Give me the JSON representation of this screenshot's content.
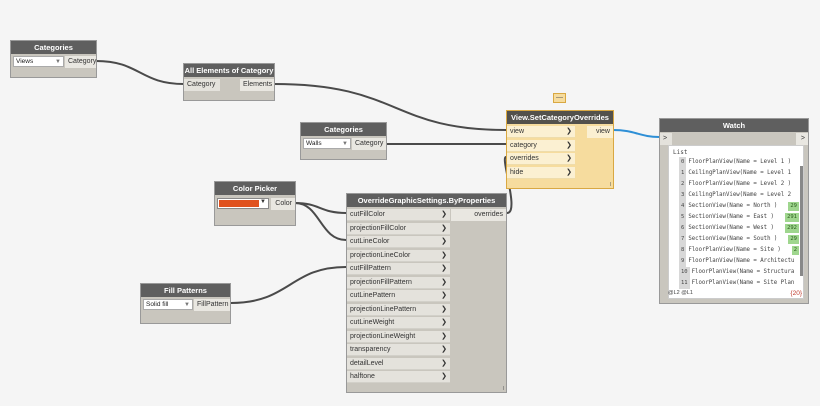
{
  "categories1": {
    "title": "Categories",
    "value": "Views",
    "output": "Category"
  },
  "all_elements": {
    "title": "All Elements of Category",
    "input": "Category",
    "output": "Elements"
  },
  "categories2": {
    "title": "Categories",
    "value": "Walls",
    "output": "Category"
  },
  "color_picker": {
    "title": "Color Picker",
    "output": "Color",
    "color": "#e0521f"
  },
  "fill_patterns": {
    "title": "Fill Patterns",
    "value": "Solid fill",
    "output": "FillPattern"
  },
  "override": {
    "title": "OverrideGraphicSettings.ByProperties",
    "output": "overrides",
    "inputs": [
      "cutFillColor",
      "projectionFillColor",
      "cutLineColor",
      "projectionLineColor",
      "cutFillPattern",
      "projectionFillPattern",
      "cutLinePattern",
      "projectionLinePattern",
      "cutLineWeight",
      "projectionLineWeight",
      "transparency",
      "detailLevel",
      "halftone"
    ],
    "lacing": "l"
  },
  "set_overrides": {
    "title": "View.SetCategoryOverrides",
    "inputs": [
      "view",
      "category",
      "overrides",
      "hide"
    ],
    "output": "view",
    "lacing": "l",
    "preview_badge": "—"
  },
  "watch": {
    "title": "Watch",
    "in_arrow": ">",
    "out_arrow": ">",
    "list_label": "List",
    "items": [
      {
        "idx": "0",
        "text": "FloorPlanView(Name = Level 1 )",
        "badge": ""
      },
      {
        "idx": "1",
        "text": "CeilingPlanView(Name = Level 1",
        "badge": ""
      },
      {
        "idx": "2",
        "text": "FloorPlanView(Name = Level 2 )",
        "badge": ""
      },
      {
        "idx": "3",
        "text": "CeilingPlanView(Name = Level 2",
        "badge": ""
      },
      {
        "idx": "4",
        "text": "SectionView(Name = North )",
        "badge": "29"
      },
      {
        "idx": "5",
        "text": "SectionView(Name = East )",
        "badge": "291"
      },
      {
        "idx": "6",
        "text": "SectionView(Name = West )",
        "badge": "292"
      },
      {
        "idx": "7",
        "text": "SectionView(Name = South )",
        "badge": "29"
      },
      {
        "idx": "8",
        "text": "FloorPlanView(Name = Site )",
        "badge": "2"
      },
      {
        "idx": "9",
        "text": "FloorPlanView(Name = Architectu",
        "badge": ""
      },
      {
        "idx": "10",
        "text": "FloorPlanView(Name = Structura",
        "badge": ""
      },
      {
        "idx": "11",
        "text": "FloorPlanView(Name = Site Plan",
        "badge": ""
      }
    ],
    "levels": "@L2 @L1",
    "count": "{20}"
  }
}
